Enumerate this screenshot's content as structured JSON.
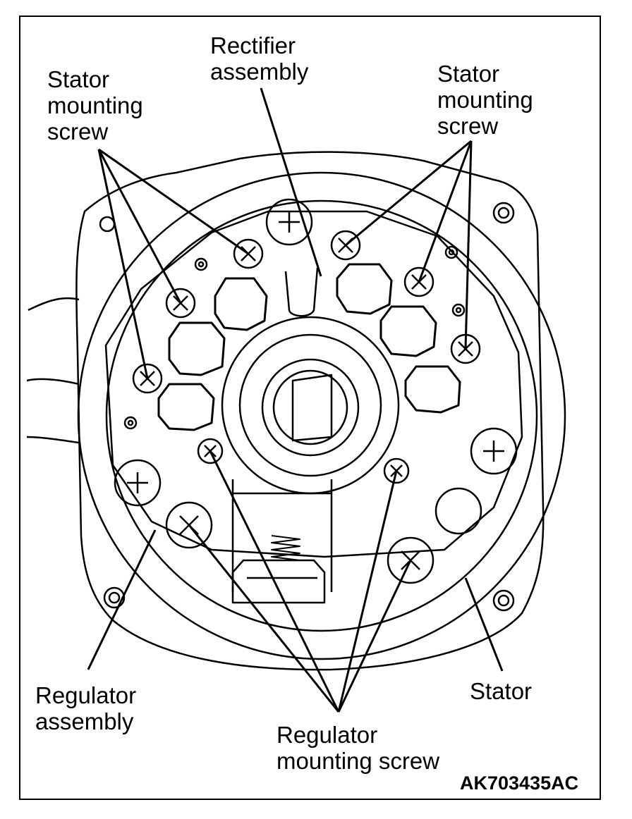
{
  "labels": {
    "rectifier_assembly": "Rectifier\nassembly",
    "stator_mounting_screw_left": "Stator\nmounting\nscrew",
    "stator_mounting_screw_right": "Stator\nmounting\nscrew",
    "regulator_assembly": "Regulator\nassembly",
    "regulator_mounting_screw": "Regulator\nmounting screw",
    "stator": "Stator"
  },
  "figure_code": "AK703435AC",
  "colors": {
    "line": "#000000",
    "background": "#ffffff"
  }
}
